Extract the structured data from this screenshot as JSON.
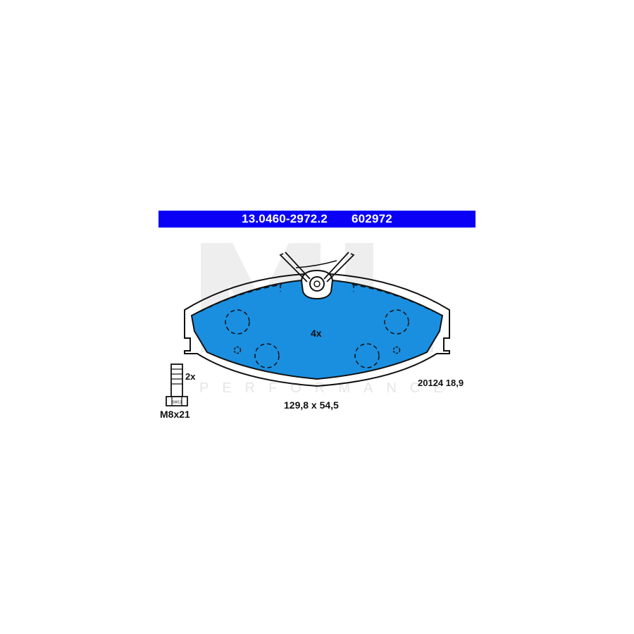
{
  "header": {
    "part_number": "13.0460-2972.2",
    "article_number": "602972",
    "color": "#0a00f5"
  },
  "pad": {
    "fill_color": "#1a8fe0",
    "quantity_label": "4x",
    "dimensions_label": "129,8 x 54,5",
    "code_label": "20124 18,9"
  },
  "bolt": {
    "quantity_label": "2x",
    "size_label": "M8x21",
    "head_mark": "SW13"
  },
  "watermark": {
    "logo_text": "ML",
    "text": "PERFORMANCE"
  }
}
